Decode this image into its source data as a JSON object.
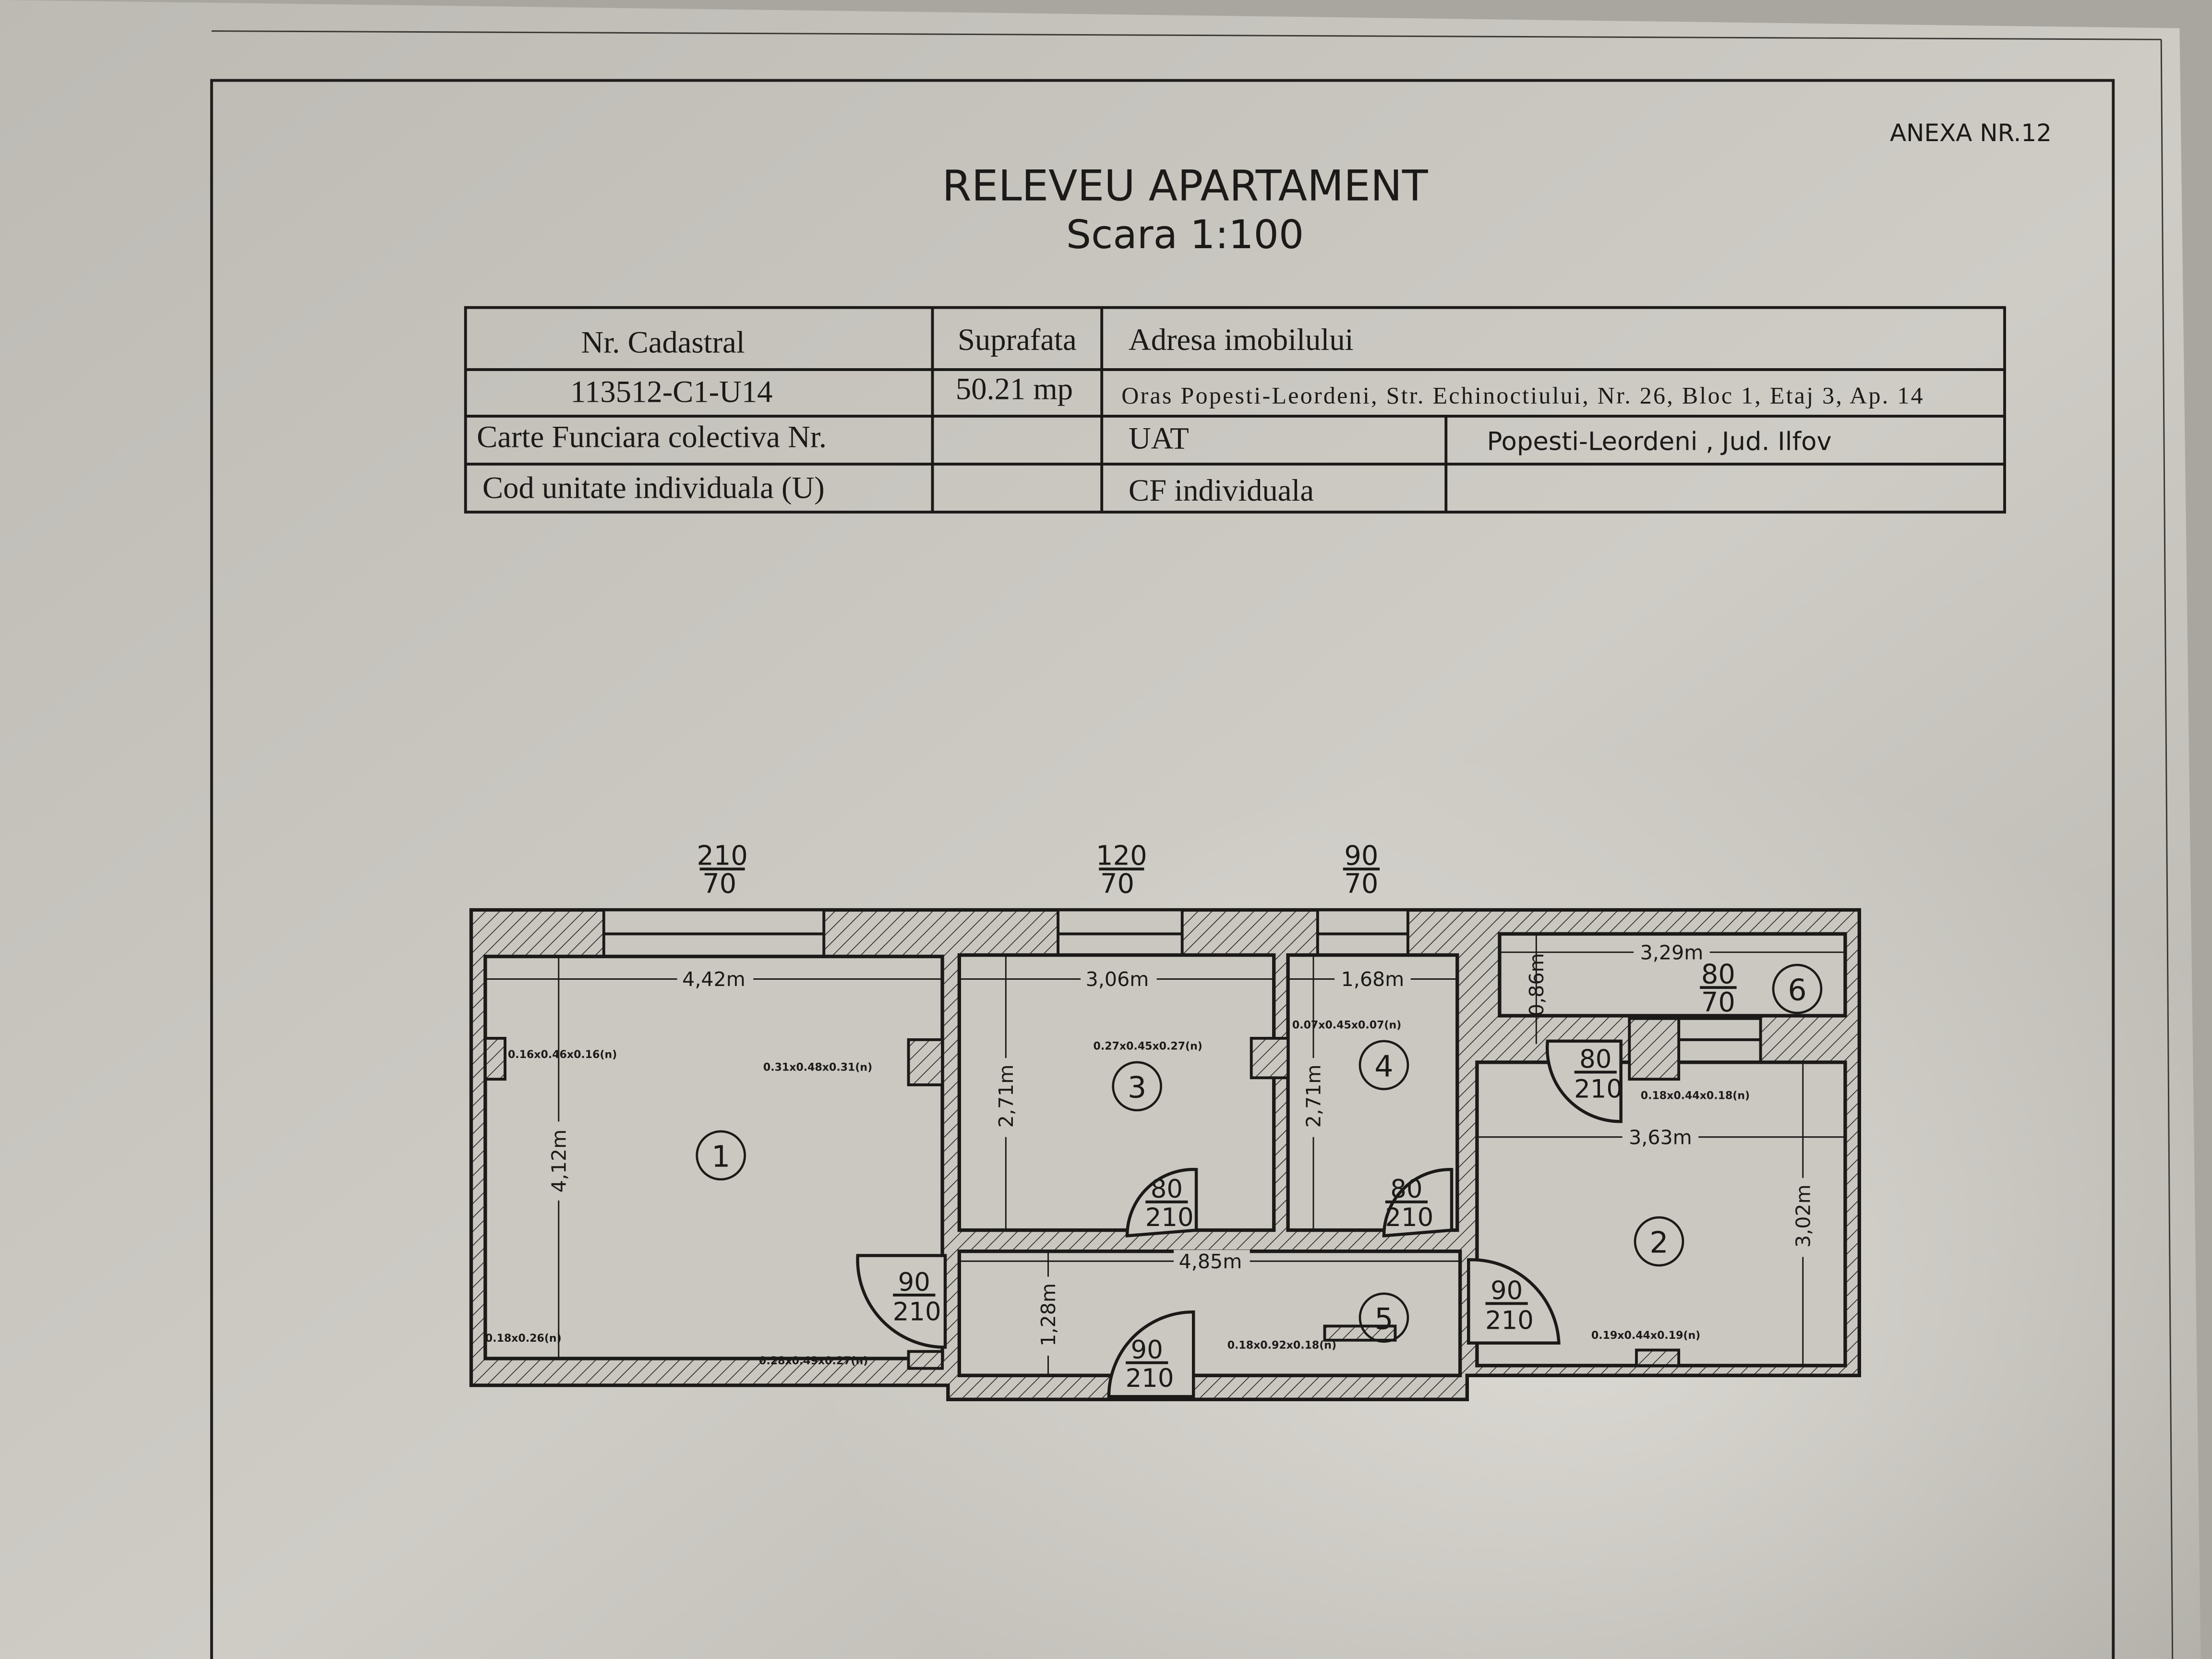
{
  "header": {
    "annex": "ANEXA NR.12",
    "title": "RELEVEU APARTAMENT",
    "scale": "Scara 1:100"
  },
  "table": {
    "h_cadastral": "Nr. Cadastral",
    "h_surface": "Suprafata",
    "h_address": "Adresa imobilului",
    "cadastral": "113512-C1-U14",
    "surface": "50.21 mp",
    "address": "Oras Popesti-Leordeni, Str. Echinoctiului, Nr. 26, Bloc 1,  Etaj 3, Ap. 14",
    "cf_label": "Carte Funciara colectiva Nr.",
    "cf_value": "",
    "uat_label": "UAT",
    "uat_value": "Popesti-Leordeni , Jud. Ilfov",
    "unit_label": "Cod unitate individuala   (U)",
    "unit_value": "",
    "cf_ind_label": "CF   individuala",
    "cf_ind_value": ""
  },
  "plan": {
    "windows": [
      {
        "w": "210",
        "h": "70"
      },
      {
        "w": "120",
        "h": "70"
      },
      {
        "w": "90",
        "h": "70"
      },
      {
        "w": "80",
        "h": "70"
      }
    ],
    "rooms": [
      "1",
      "2",
      "3",
      "4",
      "5",
      "6"
    ],
    "dims": {
      "r1_w": "4,42m",
      "r1_h": "4,12m",
      "r3_w": "3,06m",
      "r3_h": "2,71m",
      "r4_w": "1,68m",
      "r4_h": "2,71m",
      "r5_w": "4,85m",
      "r5_h": "1,28m",
      "r2_w": "3,63m",
      "r2_h": "3,02m",
      "r6_w": "3,29m",
      "r6_h": "0,86m"
    },
    "doors": [
      {
        "w": "80",
        "h": "210"
      },
      {
        "w": "80",
        "h": "210"
      },
      {
        "w": "90",
        "h": "210"
      },
      {
        "w": "90",
        "h": "210"
      },
      {
        "w": "90",
        "h": "210"
      },
      {
        "w": "80",
        "h": "210"
      }
    ],
    "niches": [
      "0.16x0.46x0.16(n)",
      "0.31x0.48x0.31(n)",
      "0.27x0.45x0.27(n)",
      "0.07x0.45x0.07(n)",
      "0.18x0.26(n)",
      "0.28x0.49x0.27(n)",
      "0.18x0.92x0.18(n)",
      "0.18x0.44x0.18(n)",
      "0.19x0.44x0.19(n)"
    ]
  }
}
